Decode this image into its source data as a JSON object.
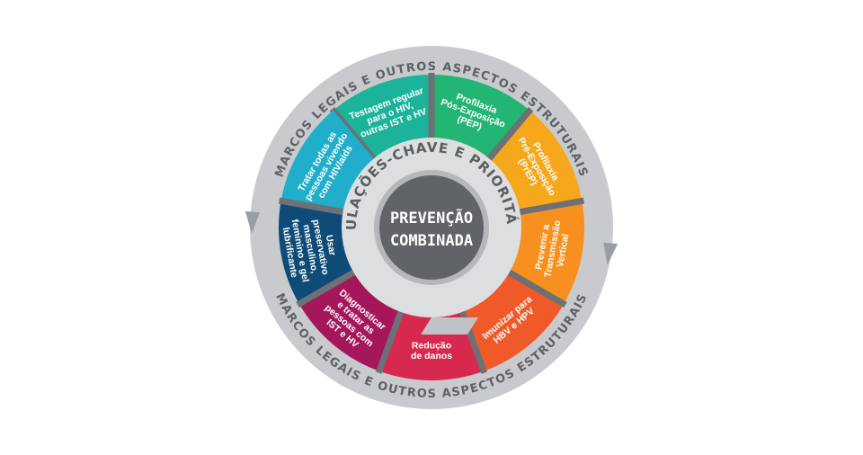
{
  "outer_ring": {
    "top_text": "MARCOS LEGAIS E OUTROS ASPECTOS ESTRUTURAIS",
    "bottom_text": "MARCOS LEGAIS E OUTROS ASPECTOS ESTRUTURAIS"
  },
  "inner_ring": {
    "text": "POPULAÇÕES-CHAVE E PRIORITÁRIAS"
  },
  "center": {
    "line1": "PREVENÇÃO",
    "line2": "COMBINADA"
  },
  "segments": [
    {
      "id": "testagem",
      "color": "#1bb39a",
      "lines": [
        "Testagem regular",
        "para o HIV,",
        "outras IST e HV"
      ]
    },
    {
      "id": "pep",
      "color": "#22b573",
      "lines": [
        "Profilaxia",
        "Pós-Exposição",
        "(PEP)"
      ]
    },
    {
      "id": "prep",
      "color": "#f6a81c",
      "lines": [
        "Profilaxia",
        "Pré-Exposição",
        "(PrEP)"
      ]
    },
    {
      "id": "transmissao-vertical",
      "color": "#f7901e",
      "lines": [
        "Prevenir a",
        "Transmissão",
        "Vertical"
      ]
    },
    {
      "id": "imunizar",
      "color": "#f05a28",
      "lines": [
        "Imunizar para",
        "HBV e HPV"
      ]
    },
    {
      "id": "reducao-danos",
      "color": "#d7294f",
      "lines": [
        "Redução",
        "de danos"
      ]
    },
    {
      "id": "diagnosticar",
      "color": "#a5165a",
      "lines": [
        "Diagnosticar",
        "e tratar as",
        "pessoas com",
        "IST e HV"
      ]
    },
    {
      "id": "preservativo",
      "color": "#0e4c77",
      "lines": [
        "Usar",
        "preservativo",
        "masculino,",
        "feminino e gel",
        "lubrificante"
      ]
    },
    {
      "id": "tratar",
      "color": "#20aecb",
      "lines": [
        "Tratar todas as",
        "pessoas vivendo",
        "com HIV/aids"
      ]
    }
  ],
  "colors": {
    "outer_ring": "#c8cacd",
    "inner_ring": "#dcdee0",
    "center_disc": "#606468",
    "center_border": "#b5b8bb",
    "separator": "#6d7074",
    "arrow": "#9a9da1"
  }
}
